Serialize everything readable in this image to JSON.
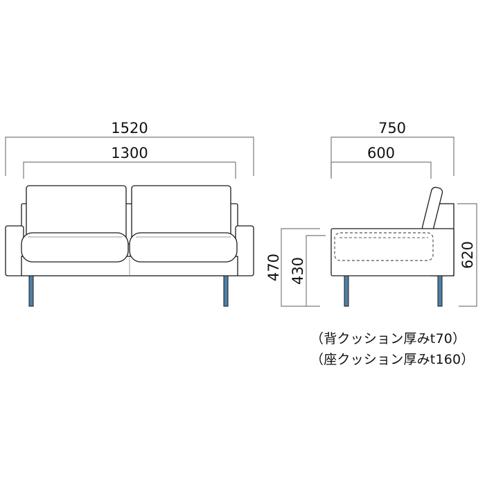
{
  "front_view": {
    "overall_width": "1520",
    "inner_width": "1300"
  },
  "side_view": {
    "overall_depth": "750",
    "seat_depth": "600",
    "overall_height": "620",
    "arm_height": "470",
    "seat_height": "430"
  },
  "notes": {
    "back_cushion": "（背クッション厚みt70）",
    "seat_cushion": "（座クッション厚みt160）"
  },
  "colors": {
    "line": "#1a1a1a",
    "dimension_line": "#7a7a7a",
    "leg": "#4f7fa6",
    "cushion_dash": "#555555"
  }
}
